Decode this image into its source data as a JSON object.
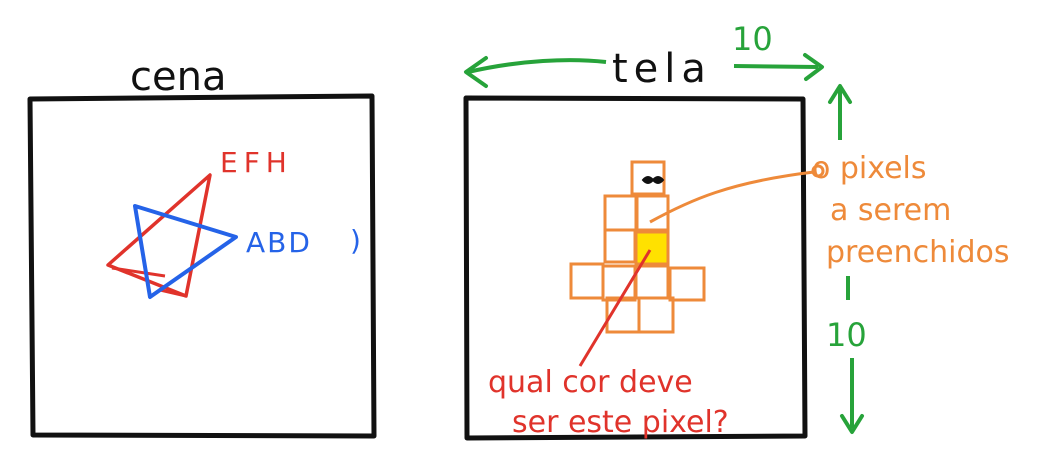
{
  "scene_panel": {
    "title": "cena",
    "triangle_red_label": "EFH",
    "triangle_blue_label": "ABD",
    "stray_mark": ")"
  },
  "canvas_panel": {
    "title": "tela",
    "width_label": "10",
    "height_label": "10",
    "pixels_note": [
      "o pixels",
      "a serem",
      "preenchidos"
    ],
    "question_note": [
      "qual cor deve",
      "ser este pixel?"
    ]
  },
  "colors": {
    "ink": "#111111",
    "red": "#e0332b",
    "blue": "#2563e8",
    "green": "#27a33a",
    "orange": "#ee8a3a",
    "highlight": "#ffe100"
  }
}
